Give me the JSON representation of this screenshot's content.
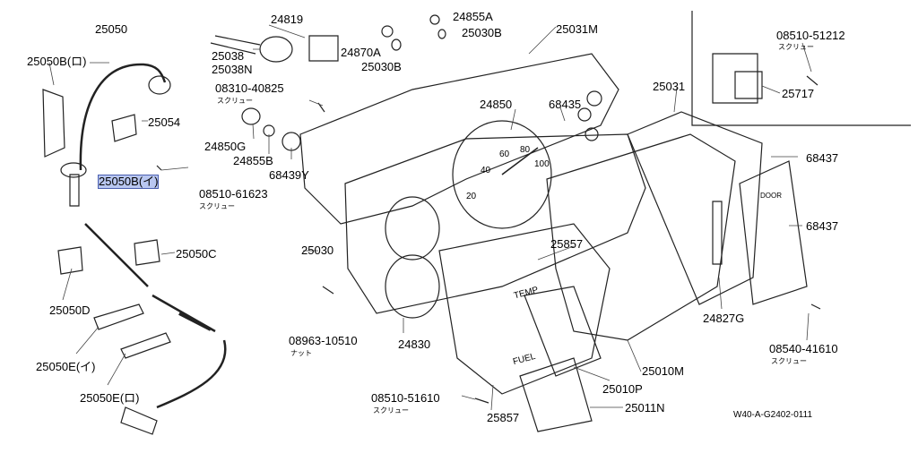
{
  "labels": {
    "p25050": "25050",
    "p25050b_ro": "25050B(ロ)",
    "p25050b_i": "25050B(イ)",
    "p25054": "25054",
    "p08510_61623": "08510-61623",
    "p25050c": "25050C",
    "p25050d": "25050D",
    "p25050e_i": "25050E(イ)",
    "p25050e_ro": "25050E(ロ)",
    "p24819": "24819",
    "p25038": "25038",
    "p25038n": "25038N",
    "p24870a": "24870A",
    "p24855a": "24855A",
    "p25030b_1": "25030B",
    "p25030b_2": "25030B",
    "p08310_40825": "08310-40825",
    "p24850g": "24850G",
    "p24855b": "24855B",
    "p68439y": "68439Y",
    "p25031m": "25031M",
    "p24850": "24850",
    "p68435": "68435",
    "p25031": "25031",
    "p08510_51212": "08510-51212",
    "p25717": "25717",
    "p68437_1": "68437",
    "p68437_2": "68437",
    "p25030": "25030",
    "p25857_1": "25857",
    "p25857_2": "25857",
    "p24830": "24830",
    "p08963_10510": "08963-10510",
    "p24827g": "24827G",
    "p08540_41610": "08540-41610",
    "p25010m": "25010M",
    "p25010p": "25010P",
    "p08510_51610": "08510-51610",
    "p25011n": "25011N"
  },
  "sublabels": {
    "screw_1": "スクリュー",
    "screw_2": "スクリュー",
    "screw_3": "スクリュー",
    "screw_4": "スクリュー",
    "screw_5": "スクリュー",
    "nut": "ナット"
  },
  "gauge_text": {
    "temp": "TEMP",
    "fuel": "FUEL",
    "speed_20": "20",
    "speed_40": "40",
    "speed_60": "60",
    "speed_80": "80",
    "speed_100": "100",
    "door": "DOOR"
  },
  "diagram_code": "W40-A-G2402-0111"
}
